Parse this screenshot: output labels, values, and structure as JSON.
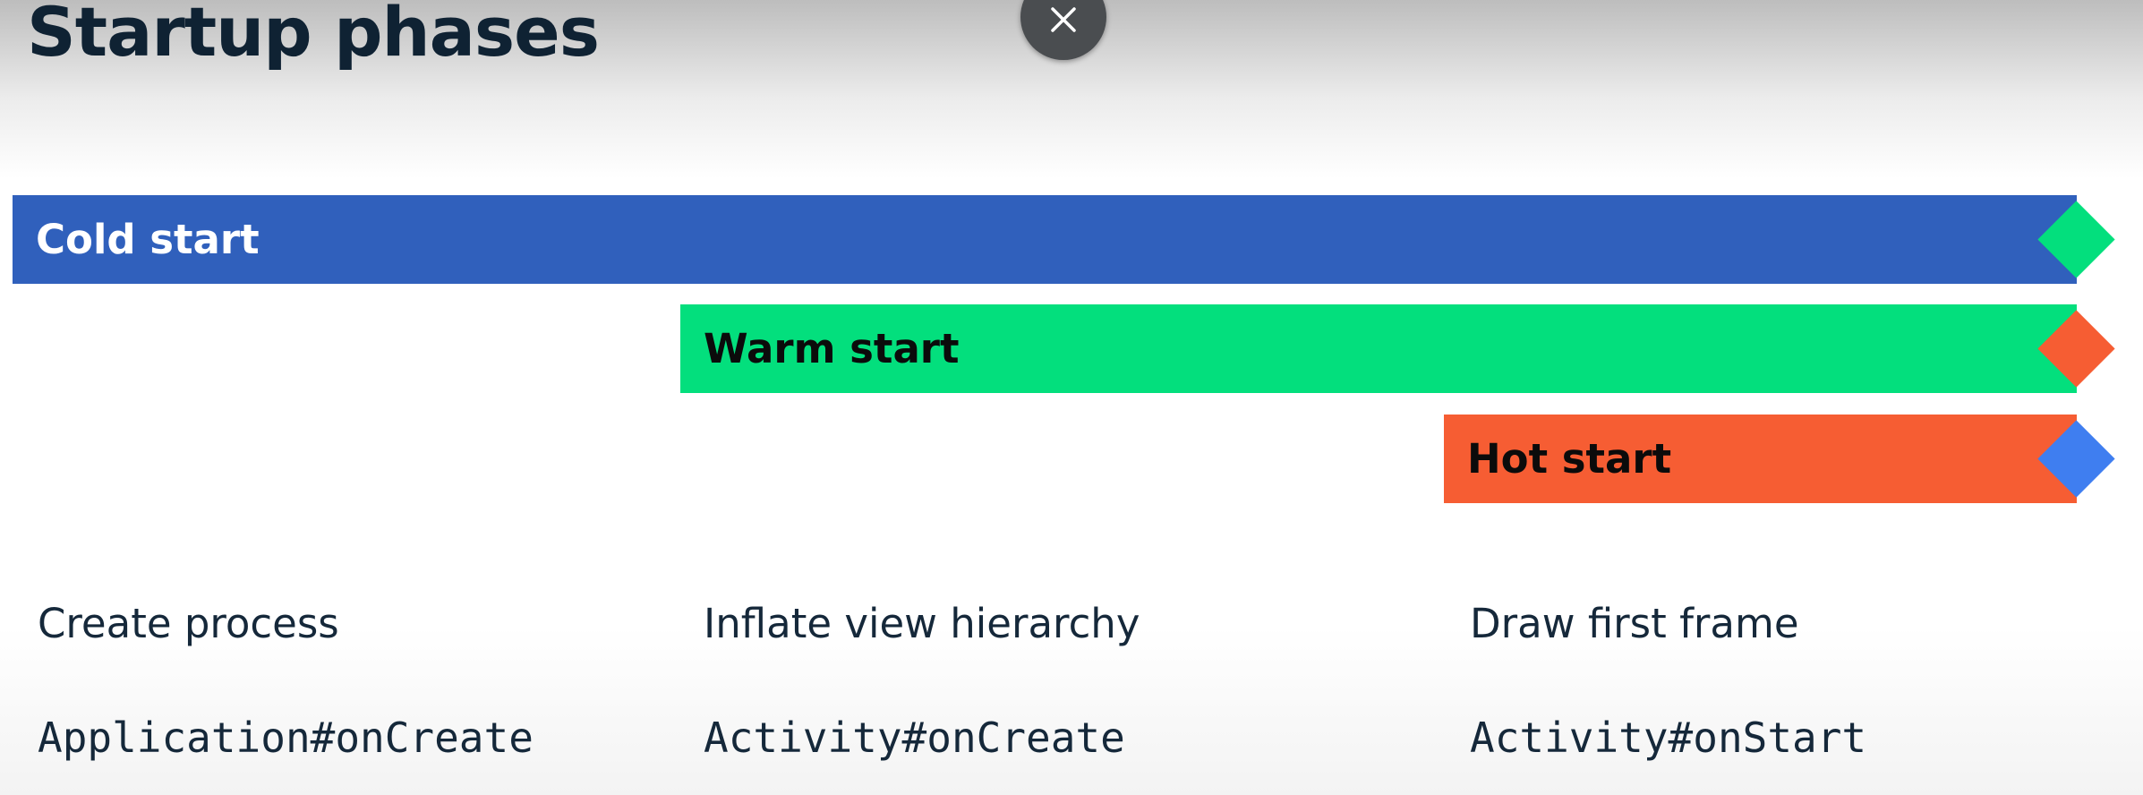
{
  "slide": {
    "title": "Startup phases"
  },
  "close_button": {
    "icon": "close-icon"
  },
  "bars": [
    {
      "label": "Cold start",
      "color": "#3060bc",
      "label_color": "#ffffff",
      "marker_color": "#03df7d"
    },
    {
      "label": "Warm start",
      "color": "#03df7d",
      "label_color": "#0b0b0b",
      "marker_color": "#f65d33"
    },
    {
      "label": "Hot start",
      "color": "#f65d33",
      "label_color": "#0b0b0b",
      "marker_color": "#3f7ef0"
    }
  ],
  "phases": [
    {
      "step": "Create process",
      "callback": "Application#onCreate"
    },
    {
      "step": "Inflate view hierarchy",
      "callback": "Activity#onCreate"
    },
    {
      "step": "Draw first frame",
      "callback": "Activity#onStart"
    }
  ]
}
